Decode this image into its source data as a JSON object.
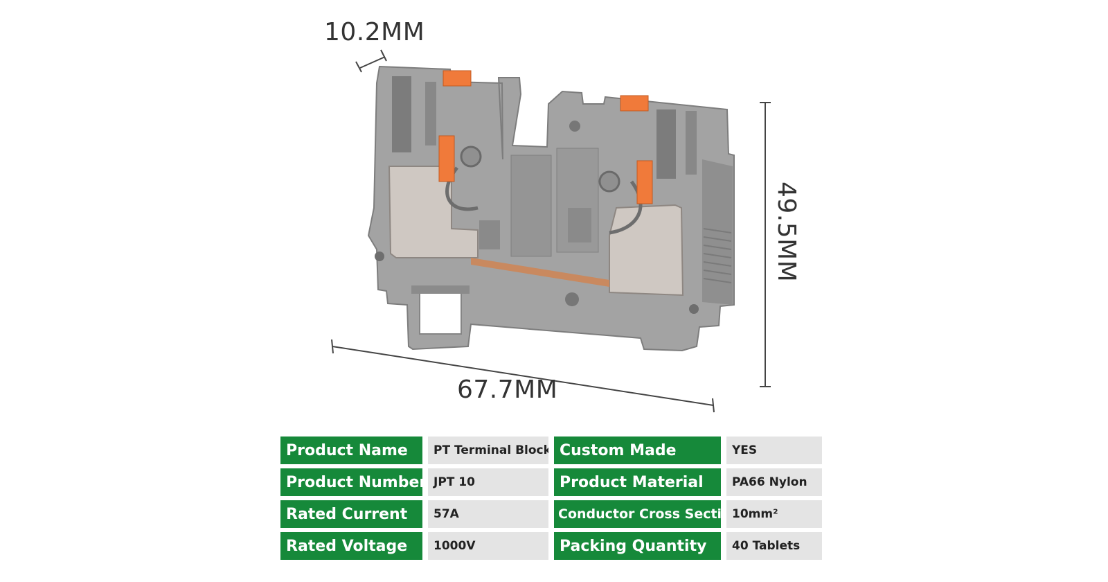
{
  "dimensions": {
    "width": "10.2MM",
    "height": "49.5MM",
    "length": "67.7MM"
  },
  "specs": [
    {
      "label": "Product Name",
      "value": "PT Terminal Block"
    },
    {
      "label": "Custom Made",
      "value": "YES"
    },
    {
      "label": "Product Number",
      "value": "JPT 10"
    },
    {
      "label": "Product Material",
      "value": "PA66 Nylon"
    },
    {
      "label": "Rated Current",
      "value": "57A"
    },
    {
      "label": "Conductor Cross Section",
      "value": "10mm²"
    },
    {
      "label": "Rated Voltage",
      "value": "1000V"
    },
    {
      "label": "Packing Quantity",
      "value": "40 Tablets"
    }
  ],
  "colors": {
    "label_bg": "#16893a",
    "value_bg": "#e4e4e4",
    "housing": "#a3a3a3",
    "spring_lever": "#f07a3a",
    "contact_metal": "#cfc8c2"
  }
}
